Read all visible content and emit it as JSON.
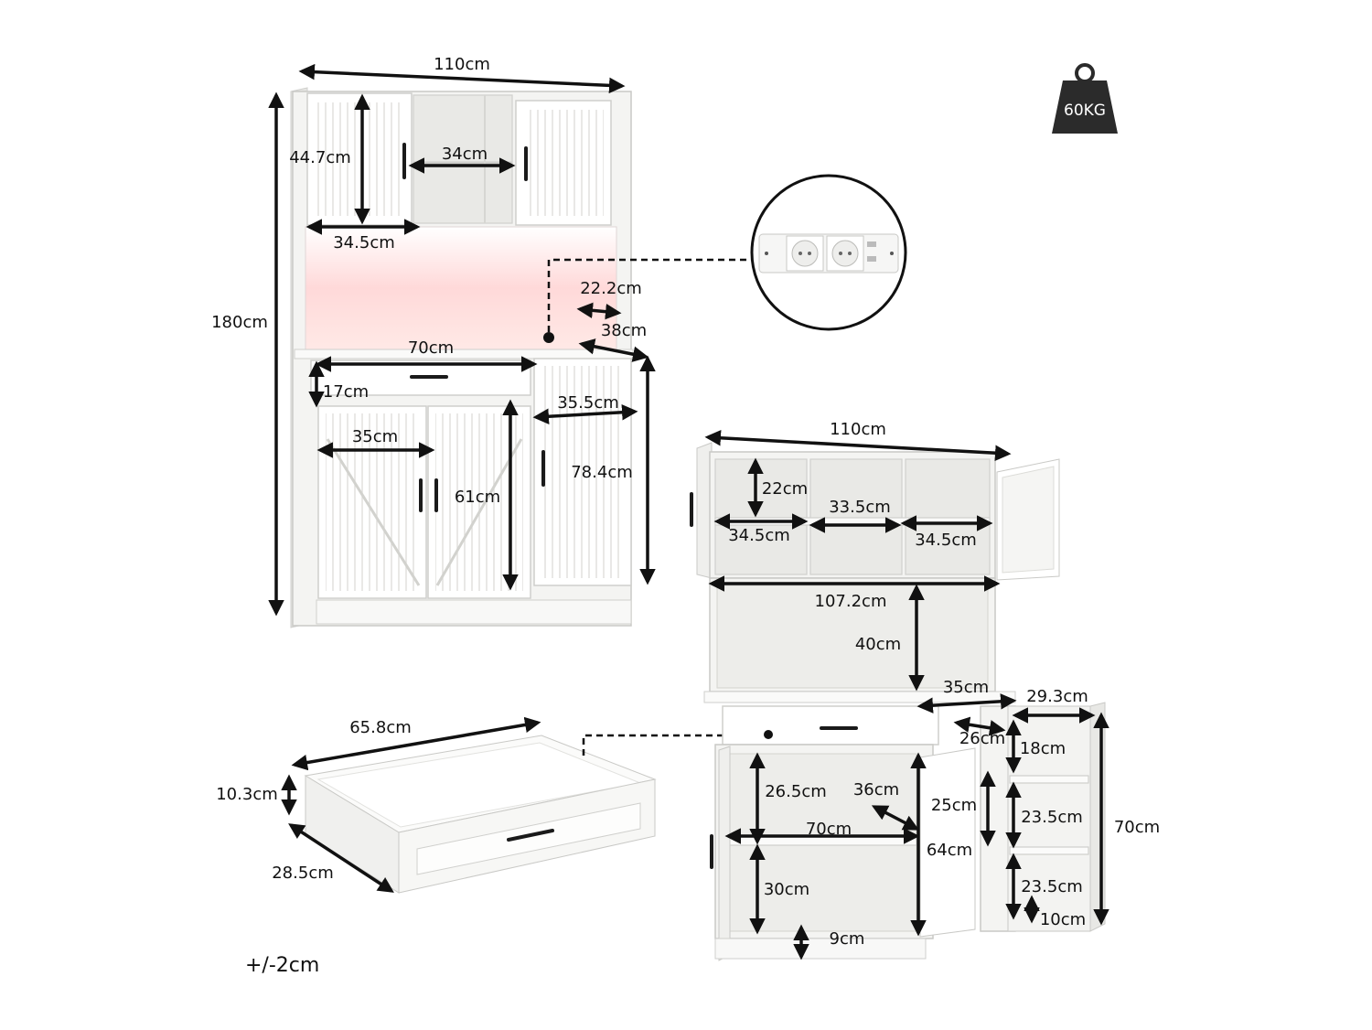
{
  "weight_badge": {
    "label": "60KG",
    "icon": "weight-icon"
  },
  "tolerance": "+/-2cm",
  "colors": {
    "cabinet": "#f4f4f2",
    "line": "#111111",
    "led_glow": "#ffd6d6",
    "badge": "#2b2b2b"
  },
  "cabinet_front": {
    "width_top": "110cm",
    "height_total": "180cm",
    "upper_door_height": "44.7cm",
    "upper_door_width": "34.5cm",
    "open_shelf_width": "34cm",
    "socket_offset": "22.2cm",
    "depth": "38cm",
    "drawer_width": "70cm",
    "drawer_height": "17cm",
    "right_door_width": "35.5cm",
    "barn_door_width": "35cm",
    "barn_door_height": "61cm",
    "right_door_height": "78.4cm"
  },
  "socket_callout": {
    "icon": "power-socket-icon"
  },
  "drawer": {
    "length": "65.8cm",
    "height": "10.3cm",
    "depth": "28.5cm"
  },
  "cabinet_open": {
    "width_top": "110cm",
    "cubby_height": "22cm",
    "middle_cubby_width": "33.5cm",
    "left_cubby_width": "34.5cm",
    "right_cubby_width": "34.5cm",
    "inner_width": "107.2cm",
    "hutch_gap_height": "40cm",
    "counter_depth": "35cm",
    "side_cabinet_width": "29.3cm",
    "side_inner_depth": "26cm",
    "side_top_shelf": "18cm",
    "lower_shelf_height": "26.5cm",
    "lower_shelf_depth": "36cm",
    "side_mid_height": "25cm",
    "side_shelf_mid": "23.5cm",
    "side_cabinet_height": "70cm",
    "lower_inner_width": "70cm",
    "lower_cabinet_height": "64cm",
    "bottom_shelf_height": "30cm",
    "side_shelf_low": "23.5cm",
    "side_foot": "10cm",
    "foot_height": "9cm"
  }
}
